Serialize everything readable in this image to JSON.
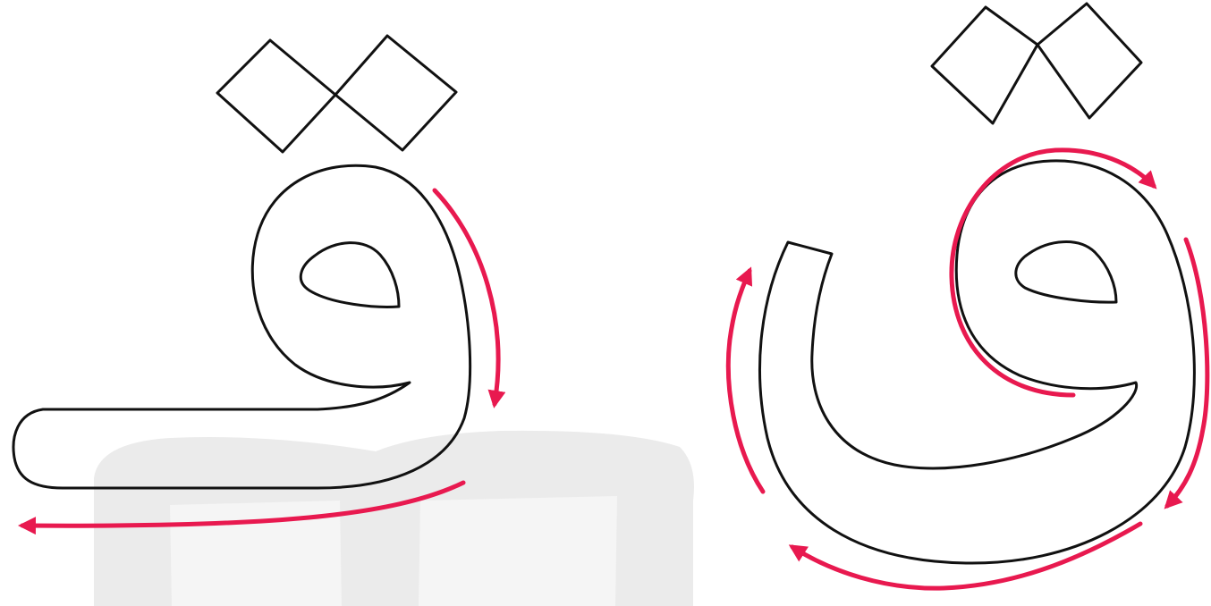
{
  "diagram": {
    "description_hidden": "",
    "colors": {
      "outline": "#111111",
      "arrow": "#e8194f",
      "watermark": "#ebebeb",
      "watermark_inner": "#f5f5f5",
      "background": "#ffffff"
    },
    "figures": [
      {
        "name": "qaf-initial-form",
        "letter": "ق",
        "stroke_direction_arrows": 2
      },
      {
        "name": "qaf-isolated-form",
        "letter": "ق",
        "stroke_direction_arrows": 4
      }
    ],
    "icons": {
      "watermark": "book-watermark-icon",
      "arrowhead": "arrowhead-icon"
    }
  }
}
